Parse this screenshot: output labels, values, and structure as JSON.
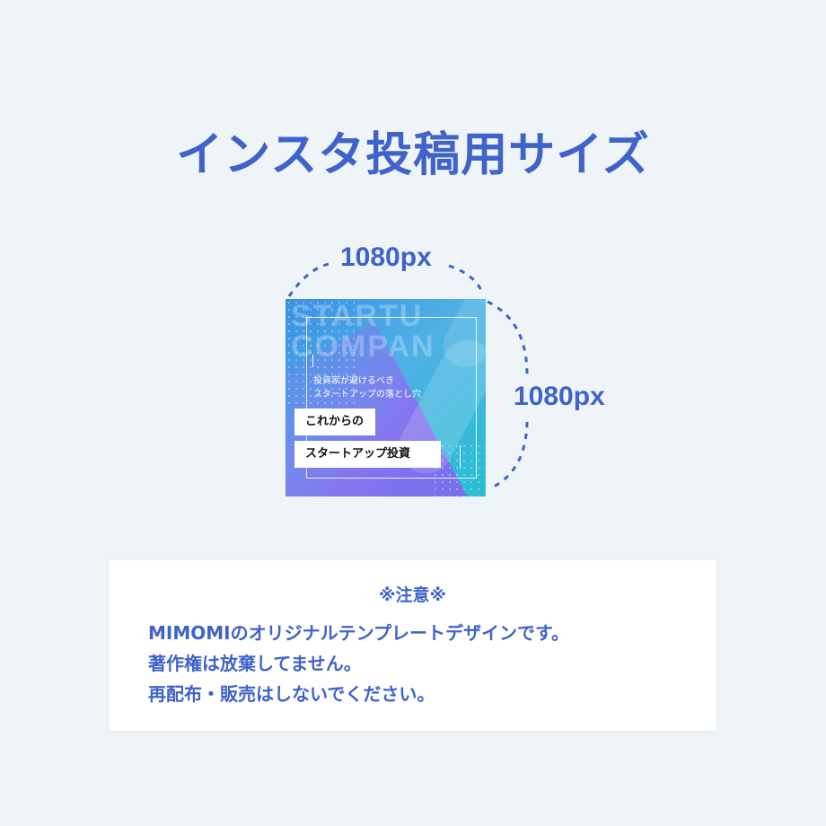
{
  "title": "インスタ投稿用サイズ",
  "dimensions": {
    "width_label": "1080px",
    "height_label": "1080px"
  },
  "thumbnail": {
    "bg_text": "STARTU\nCOMPAN",
    "subtitle": "投資家が避けるべき\nスタートアップの落とし穴",
    "headline_1": "これからの",
    "headline_2": "スタートアップ投資"
  },
  "notice": {
    "title": "※注意※",
    "lines": [
      "MIMOMIのオリジナルテンプレートデザインです。",
      "著作権は放棄してません。",
      "再配布・販売はしないでください。"
    ]
  },
  "colors": {
    "accent": "#3f63c8",
    "background": "#eef4f8"
  }
}
